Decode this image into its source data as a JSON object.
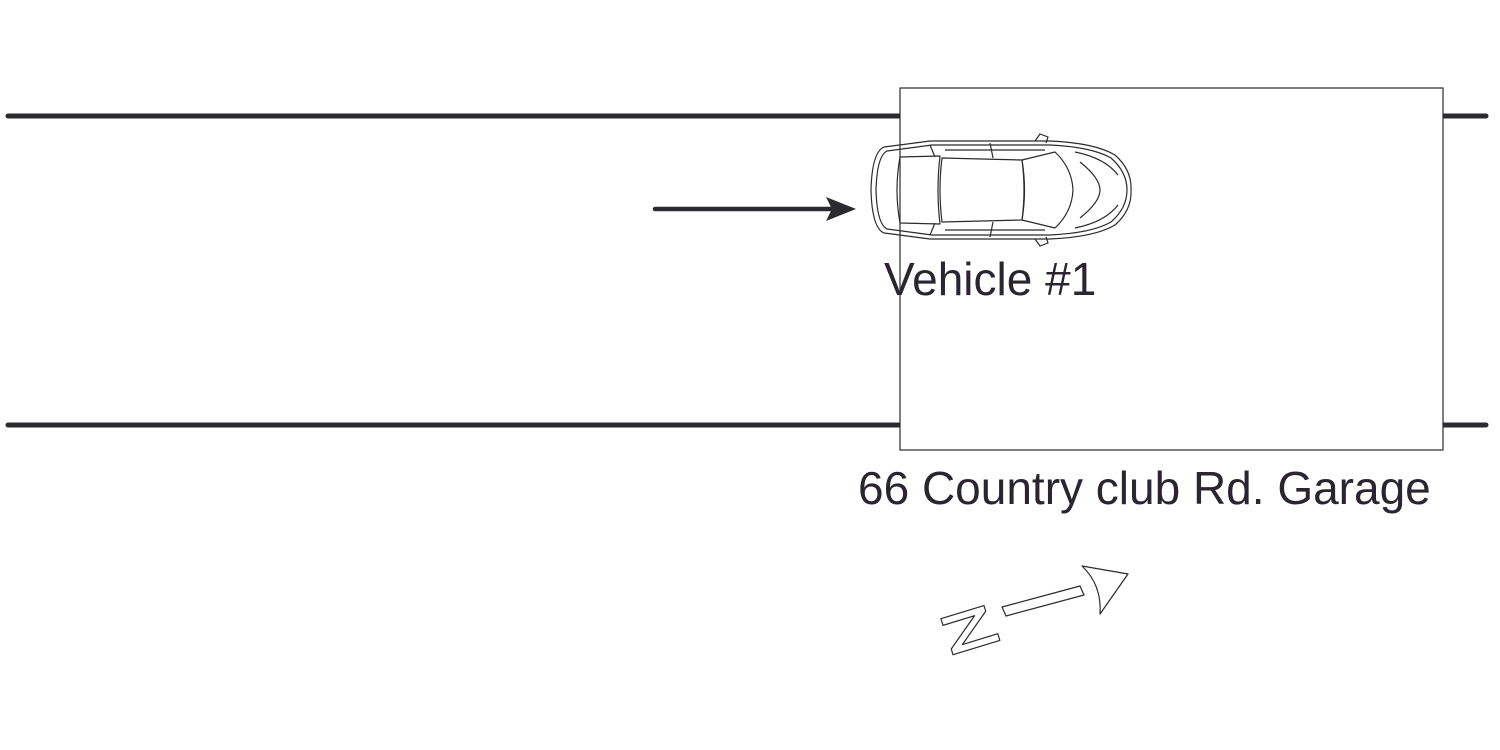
{
  "vehicle": {
    "label": "Vehicle #1"
  },
  "garage": {
    "label": "66 Country club Rd. Garage"
  },
  "north_arrow": {
    "letter": "N"
  },
  "colors": {
    "ink": "#2b2a2e",
    "text": "#2b2530",
    "background": "#ffffff"
  }
}
